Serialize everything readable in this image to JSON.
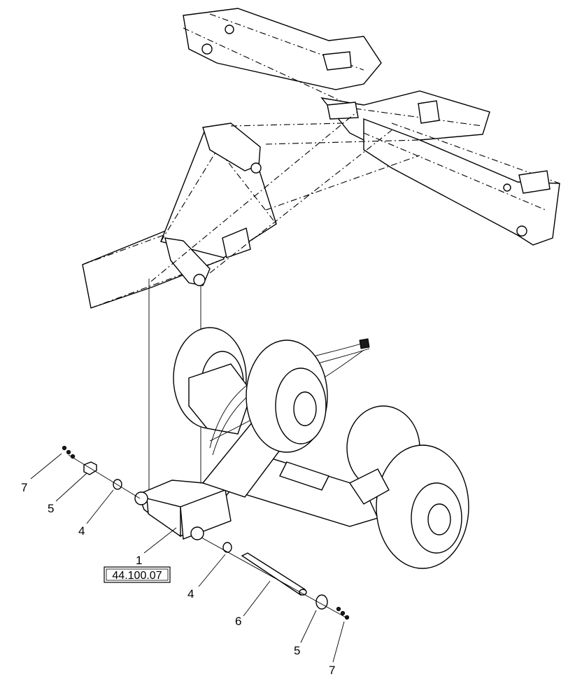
{
  "diagram": {
    "reference_box": "44.100.07",
    "callouts": [
      {
        "id": "callout-7-top",
        "label": "7"
      },
      {
        "id": "callout-5-top",
        "label": "5"
      },
      {
        "id": "callout-4-top",
        "label": "4"
      },
      {
        "id": "callout-1",
        "label": "1"
      },
      {
        "id": "callout-4-bottom",
        "label": "4"
      },
      {
        "id": "callout-6",
        "label": "6"
      },
      {
        "id": "callout-5-bottom",
        "label": "5"
      },
      {
        "id": "callout-7-bottom",
        "label": "7"
      }
    ]
  }
}
